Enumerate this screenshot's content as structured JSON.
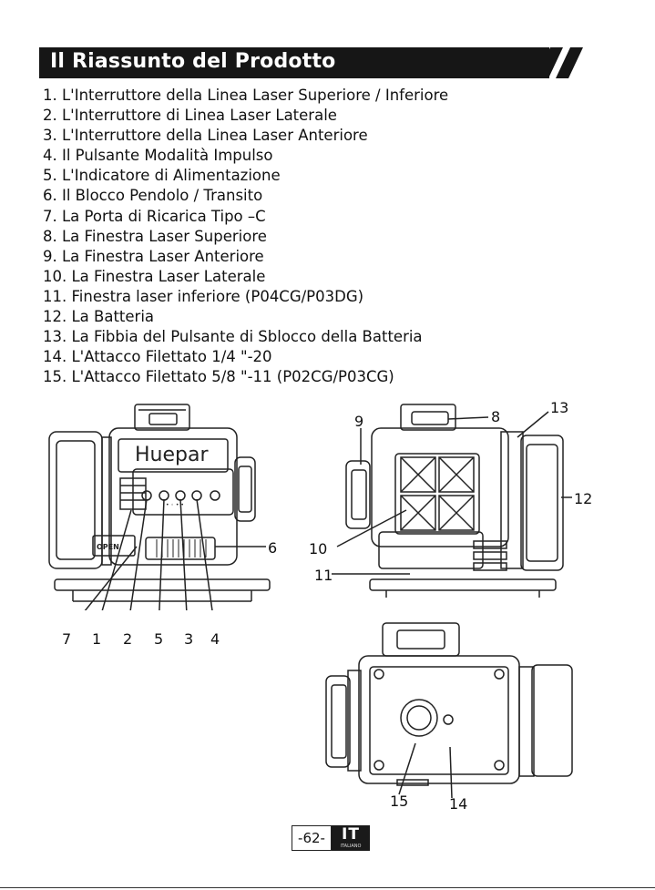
{
  "header": {
    "title": "Il Riassunto del Prodotto"
  },
  "items": [
    "1. L'Interruttore della Linea Laser Superiore / Inferiore",
    "2. L'Interruttore di Linea Laser Laterale",
    "3. L'Interruttore della Linea Laser Anteriore",
    "4. Il Pulsante Modalità Impulso",
    "5. L'Indicatore di Alimentazione",
    "6. Il Blocco Pendolo / Transito",
    "7. La Porta di Ricarica Tipo –C",
    "8. La Finestra Laser Superiore",
    "9. La Finestra Laser Anteriore",
    "10. La Finestra Laser Laterale",
    "11. Finestra laser inferiore (P04CG/P03DG)",
    "12. La Batteria",
    "13. La Fibbia del Pulsante di Sblocco della Batteria",
    "14. L'Attacco Filettato 1/4 \"-20",
    "15. L'Attacco Filettato 5/8 \"-11 (P02CG/P03CG)"
  ],
  "figure1": {
    "brand_logo": "Huepar",
    "port_label": "OPEN",
    "callouts": [
      "7",
      "1",
      "2",
      "5",
      "3",
      "4",
      "6"
    ]
  },
  "figure2": {
    "callouts": [
      "9",
      "8",
      "13",
      "12",
      "10",
      "11"
    ]
  },
  "figure3": {
    "callouts": [
      "15",
      "14"
    ]
  },
  "footer": {
    "page": "-62-",
    "lang": "IT",
    "lang_sub": "ITALIANO"
  }
}
